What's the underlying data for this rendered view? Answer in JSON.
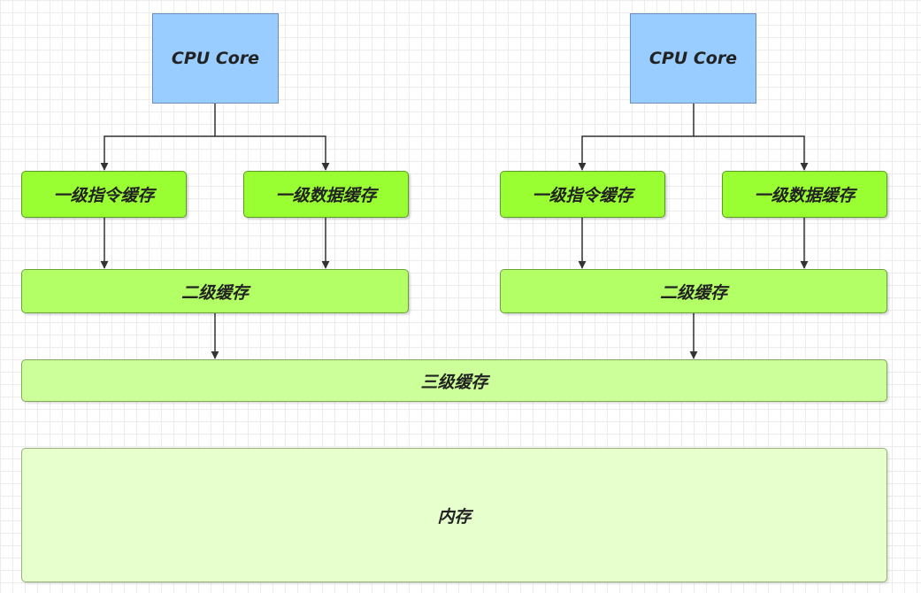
{
  "diagram": {
    "cores": [
      {
        "title": "CPU Core",
        "l1_instruction": "一级指令缓存",
        "l1_data": "一级数据缓存",
        "l2": "二级缓存"
      },
      {
        "title": "CPU Core",
        "l1_instruction": "一级指令缓存",
        "l1_data": "一级数据缓存",
        "l2": "二级缓存"
      }
    ],
    "l3": "三级缓存",
    "memory": "内存"
  },
  "colors": {
    "cpu_fill": "#99ccff",
    "l1_fill": "#99ff33",
    "l2_fill": "#b2ff66",
    "l3_fill": "#ccff99",
    "memory_fill": "#e6ffcc",
    "connector": "#333333"
  }
}
